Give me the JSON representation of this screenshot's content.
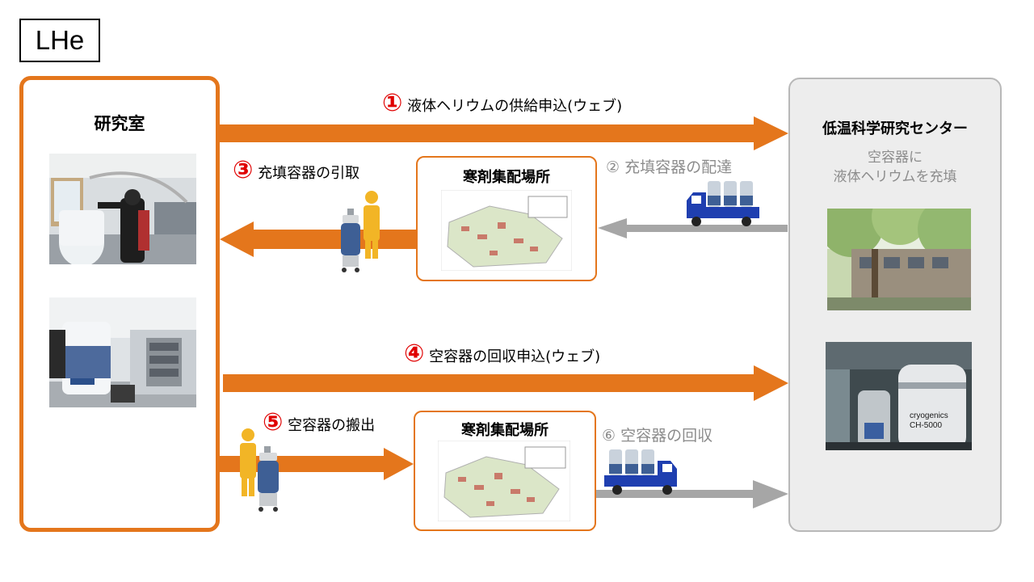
{
  "tag": "LHe",
  "lab": {
    "title": "研究室"
  },
  "center": {
    "title": "低温科学研究センター",
    "subtitle_line1": "空容器に",
    "subtitle_line2": "液体ヘリウムを充填"
  },
  "depot": {
    "title": "寒剤集配場所"
  },
  "steps": {
    "s1": {
      "num": "①",
      "text": "液体ヘリウムの供給申込(ウェブ)"
    },
    "s2": {
      "num": "②",
      "text": "充填容器の配達"
    },
    "s3": {
      "num": "③",
      "text": "充填容器の引取"
    },
    "s4": {
      "num": "④",
      "text": "空容器の回収申込(ウェブ)"
    },
    "s5": {
      "num": "⑤",
      "text": "空容器の搬出"
    },
    "s6": {
      "num": "⑥",
      "text": "空容器の回収"
    }
  },
  "colors": {
    "orange": "#e4761c",
    "grey": "#a6a6a6",
    "red": "#e00000"
  }
}
